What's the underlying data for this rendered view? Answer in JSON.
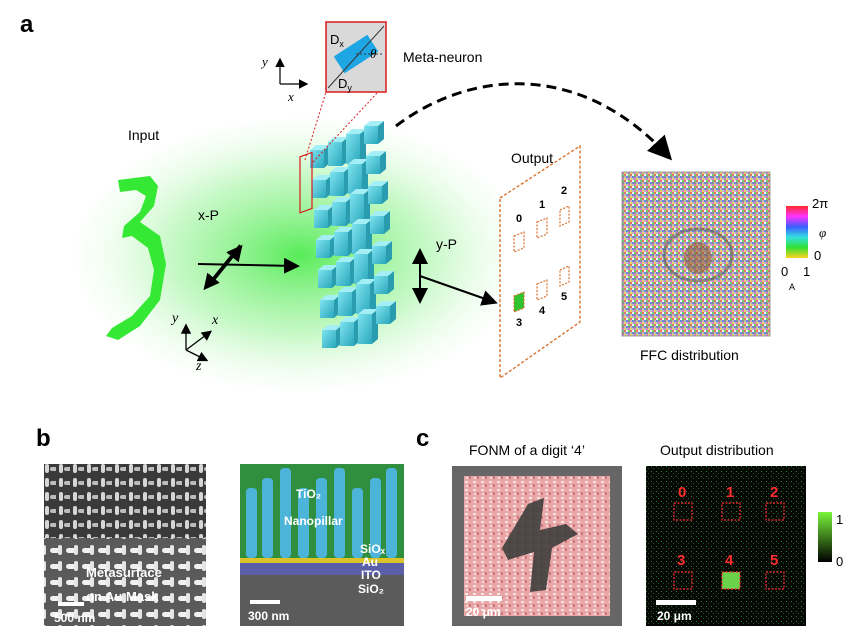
{
  "panels": {
    "a": {
      "label": "a",
      "input_label": "Input",
      "x_polarization": "x-P",
      "y_polarization": "y-P",
      "output_label": "Output",
      "meta_neuron_label": "Meta-neuron",
      "dx_label": "D",
      "dx_sub": "x",
      "dy_label": "D",
      "dy_sub": "y",
      "theta_label": "θ",
      "axis_y": "y",
      "axis_x": "x",
      "axis_z": "z",
      "output_digits": [
        "0",
        "1",
        "2",
        "3",
        "4",
        "5"
      ],
      "ffc_label": "FFC distribution",
      "colorbar": {
        "top": "2π",
        "phi": "φ",
        "zero": "0",
        "zero_a": "0",
        "one": "1",
        "amp": "A"
      }
    },
    "b": {
      "label": "b",
      "sem_caption_line1": "Metasurface",
      "sem_caption_line2": "on Au Mask",
      "sem_scale": "500 nm",
      "cross_tio2": "TiO₂",
      "cross_nanopillar": "Nanopillar",
      "cross_siox": "SiOₓ",
      "cross_au": "Au",
      "cross_ito": "ITO",
      "cross_sio2": "SiO₂",
      "cross_scale": "300 nm"
    },
    "c": {
      "label": "c",
      "fonm_title": "FONM of a digit ‘4’",
      "fonm_scale": "20 μm",
      "output_title": "Output distribution",
      "output_digits": [
        "0",
        "1",
        "2",
        "3",
        "4",
        "5"
      ],
      "output_scale": "20 μm",
      "colorbar_max": "1",
      "colorbar_min": "0"
    }
  },
  "colors": {
    "green": "#35e835",
    "orange_dashed": "#d9722e",
    "red_box": "#d81c1c",
    "cyan_pillar": "#3fc6d8",
    "meta_blue": "#1ea6e4"
  }
}
